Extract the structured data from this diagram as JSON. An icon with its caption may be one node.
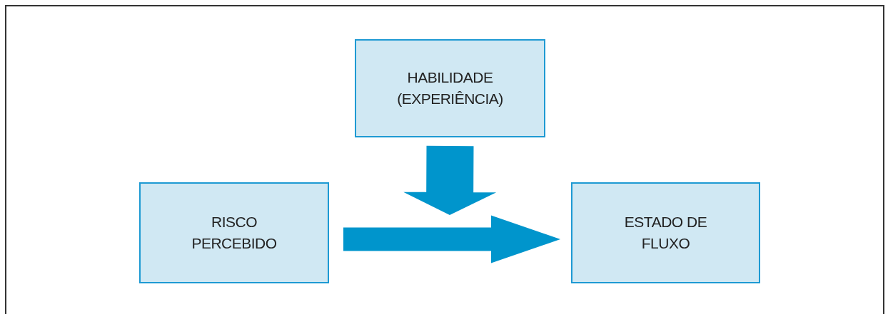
{
  "diagram": {
    "nodes": [
      {
        "text": [
          "HABILIDADE (EXPERIÊNCIA)"
        ]
      },
      {
        "text": [
          "RISCO PERCEBIDO"
        ]
      },
      {
        "text": [
          "ESTADO DE FLUXO"
        ]
      }
    ],
    "edges": [
      {
        "from": 0,
        "to": null,
        "arrow": "to"
      },
      {
        "from": 1,
        "to": 2,
        "arrow": "to"
      }
    ]
  }
}
